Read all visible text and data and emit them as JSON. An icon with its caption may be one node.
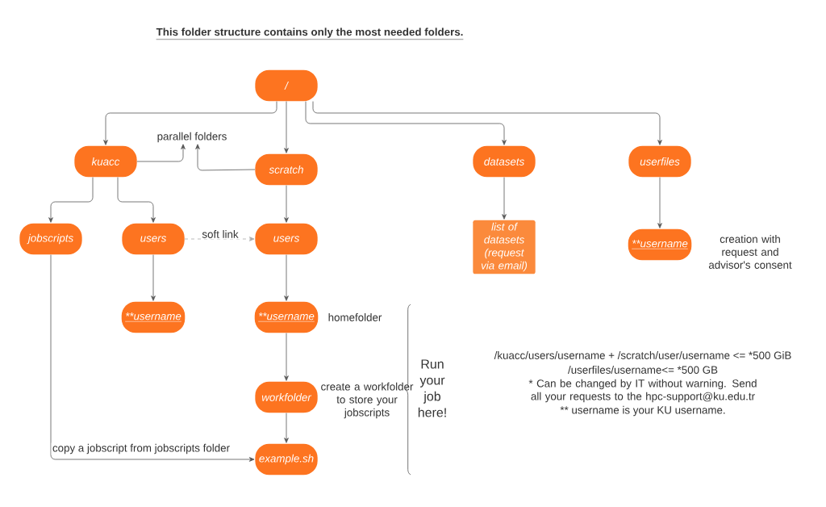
{
  "diagram": {
    "title": "This folder structure contains only the most needed folders.",
    "nodes": [
      {
        "text": [
          "/"
        ]
      },
      {
        "text": [
          "kuacc"
        ]
      },
      {
        "text": [
          "scratch"
        ]
      },
      {
        "text": [
          "datasets"
        ]
      },
      {
        "text": [
          "userfiles"
        ]
      },
      {
        "text": [
          "parallel folders"
        ]
      },
      {
        "text": [
          "jobscripts"
        ]
      },
      {
        "text": [
          "users"
        ]
      },
      {
        "text": [
          "users"
        ]
      },
      {
        "text": [
          "list of datasets (request via email)"
        ]
      },
      {
        "text": [
          "**username"
        ],
        "beside": [
          "creation with request and advisor's consent"
        ]
      },
      {
        "text": [
          "**username"
        ]
      },
      {
        "text": [
          "**username"
        ],
        "beside": [
          "homefolder"
        ]
      },
      {
        "text": [
          "workfolder"
        ],
        "beside": [
          "create a workfolder to store your jobscripts"
        ]
      },
      {
        "text": [
          "example.sh"
        ]
      }
    ],
    "edges": [
      {
        "from": 0,
        "to": 1,
        "arrow": "to"
      },
      {
        "from": 0,
        "to": 2,
        "arrow": "to"
      },
      {
        "from": 0,
        "to": 3,
        "arrow": "to"
      },
      {
        "from": 0,
        "to": 4,
        "arrow": "to"
      },
      {
        "from": 1,
        "to": 5,
        "arrow": "to"
      },
      {
        "from": 2,
        "to": 5,
        "arrow": "to"
      },
      {
        "from": 1,
        "to": 6,
        "arrow": "to"
      },
      {
        "from": 1,
        "to": 7,
        "arrow": "to"
      },
      {
        "from": 7,
        "to": 8,
        "arrow": "to",
        "label": "soft link",
        "style": "dashed",
        "color": "#aaaaaa"
      },
      {
        "from": 2,
        "to": 8,
        "arrow": "to"
      },
      {
        "from": 3,
        "to": 9,
        "arrow": "to"
      },
      {
        "from": 4,
        "to": 10,
        "arrow": "to"
      },
      {
        "from": 7,
        "to": 11,
        "arrow": "to"
      },
      {
        "from": 8,
        "to": 12,
        "arrow": "to"
      },
      {
        "from": 12,
        "to": 13,
        "arrow": "to"
      },
      {
        "from": 13,
        "to": 14,
        "arrow": "to"
      },
      {
        "from": 6,
        "to": 14,
        "arrow": "to",
        "label": "copy a jobscript from jobscripts folder"
      }
    ],
    "labels": [
      "Run your job here!",
      "/kuacc/users/username + /scratch/user/username <= *500 GiB",
      "/userfiles/username<= *500 GB",
      "* Can be changed by IT without warning. Send all your requests to the hpc-support@ku.edu.tr",
      "** username is your KU username."
    ]
  }
}
